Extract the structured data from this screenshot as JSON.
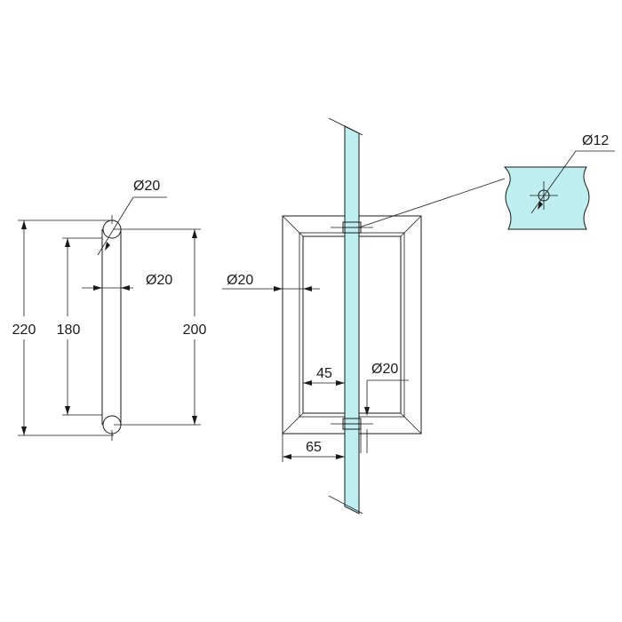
{
  "colors": {
    "line": "#1a1a1a",
    "glass": "#bfeef0",
    "background": "#ffffff"
  },
  "side_view": {
    "dim_overall": "220",
    "dim_centers": "200",
    "dim_inner": "180",
    "dim_end_diameter": "Ø20",
    "dim_bar_diameter": "Ø20"
  },
  "front_view": {
    "dim_handle_diameter": "Ø20",
    "dim_inner_offset": "45",
    "dim_outer_offset": "65",
    "dim_post_diameter": "Ø20"
  },
  "detail_view": {
    "dim_hole_diameter": "Ø12"
  }
}
